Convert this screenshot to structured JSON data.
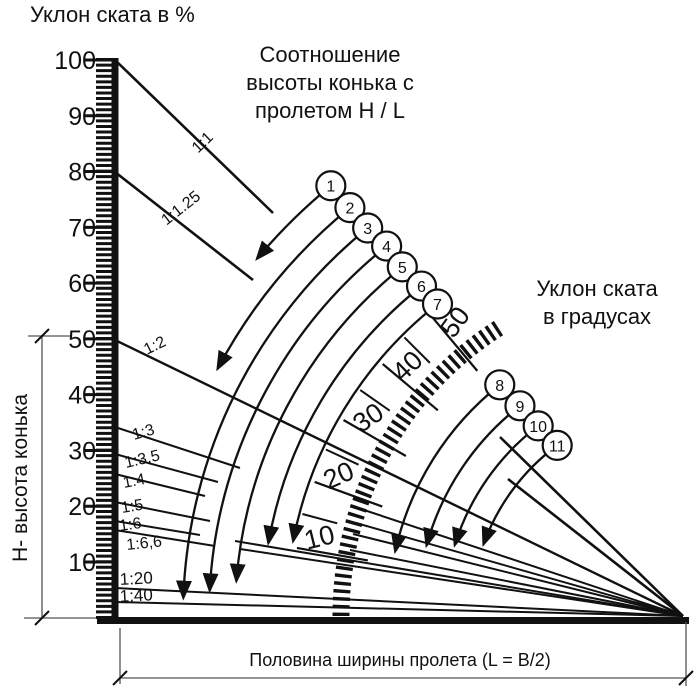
{
  "titles": {
    "top_left": "Уклон ската в %",
    "center_line1": "Соотношение",
    "center_line2": "высоты конька с",
    "center_line3": "пролетом H / L",
    "right_line1": "Уклон ската",
    "right_line2": "в градусах",
    "bottom": "Половина ширины пролета (L = В/2)",
    "left_axis": "H- высота конька"
  },
  "percent_axis": {
    "labels": [
      "100",
      "90",
      "80",
      "70",
      "60",
      "50",
      "40",
      "30",
      "20",
      "10"
    ],
    "max": 100,
    "min": 0
  },
  "degree_scale": {
    "major": [
      {
        "label": "50",
        "deg": 50
      },
      {
        "label": "40",
        "deg": 40
      },
      {
        "label": "30",
        "deg": 30
      },
      {
        "label": "20",
        "deg": 20
      },
      {
        "label": "10",
        "deg": 10
      }
    ],
    "minor_deg": [
      45,
      35,
      25,
      15
    ]
  },
  "ratios": [
    {
      "label": "1:1",
      "denom": 1
    },
    {
      "label": "1:1.25",
      "denom": 1.25
    },
    {
      "label": "1:2",
      "denom": 2
    },
    {
      "label": "1:3",
      "denom": 3
    },
    {
      "label": "1:3,5",
      "denom": 3.5
    },
    {
      "label": "1:4",
      "denom": 4
    },
    {
      "label": "1:5",
      "denom": 5
    },
    {
      "label": "1:6",
      "denom": 6
    },
    {
      "label": "1:6,6",
      "denom": 6.6
    },
    {
      "label": "1:20",
      "denom": 20
    },
    {
      "label": "1:40",
      "denom": 40
    }
  ],
  "balloons": [
    {
      "n": "1",
      "r": 556,
      "at_deg": 50.7,
      "points_to_deg": 38.6
    },
    {
      "n": "2",
      "r": 527,
      "at_deg": 50.8,
      "points_to_deg": 26.6
    },
    {
      "n": "3",
      "r": 500,
      "at_deg": 50.9,
      "points_to_deg": 0.7
    },
    {
      "n": "4",
      "r": 474,
      "at_deg": 51.3,
      "points_to_deg": 1.7
    },
    {
      "n": "5",
      "r": 448,
      "at_deg": 51.2,
      "points_to_deg": 3.1
    },
    {
      "n": "6",
      "r": 421,
      "at_deg": 51.6,
      "points_to_deg": 8.6
    },
    {
      "n": "7",
      "r": 397,
      "at_deg": 51.8,
      "points_to_deg": 9.5
    },
    {
      "n": "8",
      "r": 295,
      "at_deg": 51.6,
      "points_to_deg": 11.3
    },
    {
      "n": "9",
      "r": 266,
      "at_deg": 52.2,
      "points_to_deg": 14.0
    },
    {
      "n": "10",
      "r": 239,
      "at_deg": 52.7,
      "points_to_deg": 15.9
    },
    {
      "n": "11",
      "r": 212,
      "at_deg": 53.6,
      "points_to_deg": 18.4
    }
  ]
}
